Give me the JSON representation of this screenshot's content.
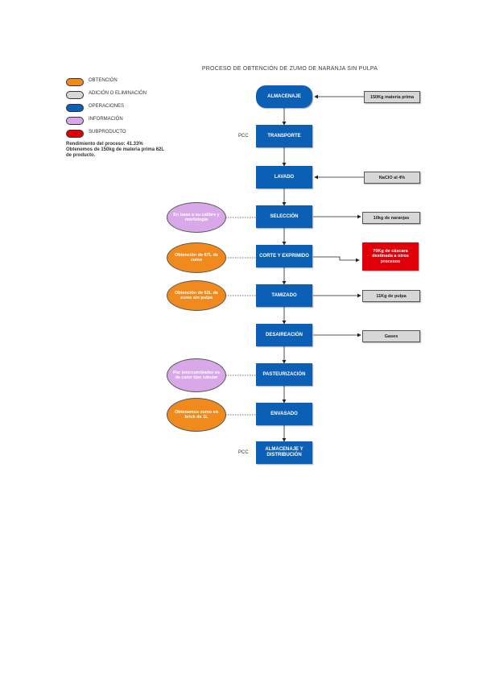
{
  "title": "PROCESO DE OBTENCIÓN DE ZUMO DE NARANJA SIN PULPA",
  "colors": {
    "obtencion": "#f08a1c",
    "adicion": "#d7d7d7",
    "operaciones": "#0b5fb5",
    "informacion": "#d9a8e8",
    "subproducto": "#e0000a"
  },
  "legend": [
    {
      "label": "OBTENCIÓN",
      "color": "#f08a1c"
    },
    {
      "label": "ADICIÓN O ELIMINACIÓN",
      "color": "#d7d7d7"
    },
    {
      "label": "OPERACIONES",
      "color": "#0b5fb5"
    },
    {
      "label": "INFORMACIÓN",
      "color": "#d9a8e8"
    },
    {
      "label": "SUBPRODUCTO",
      "color": "#e0000a"
    }
  ],
  "note": "Rendimiento del proceso: 41.33% Obtenemos de 150kg de materia prima 62L de producto.",
  "operations": [
    {
      "label": "ALMACENAJE"
    },
    {
      "label": "TRANSPORTE"
    },
    {
      "label": "LAVADO"
    },
    {
      "label": "SELECCIÓN"
    },
    {
      "label": "CORTE Y EXPRIMIDO"
    },
    {
      "label": "TAMIZADO"
    },
    {
      "label": "DESAIREACIÓN"
    },
    {
      "label": "PASTEURIZACIÓN"
    },
    {
      "label": "ENVASADO"
    },
    {
      "label": "ALMACENAJE Y DISTRIBUCIÓN"
    }
  ],
  "pcc_labels": [
    "PCC",
    "PCC"
  ],
  "inputs_outputs": [
    {
      "label": "150Kg materia prima"
    },
    {
      "label": "NaClO al 4%"
    },
    {
      "label": "10kg de naranjas"
    },
    {
      "label": "70Kg de cáscara destinada a otros procesos"
    },
    {
      "label": "11Kg de pulpa"
    },
    {
      "label": "Gases"
    }
  ],
  "info_ovals": [
    {
      "label": "En base a su calibre y morfología"
    },
    {
      "label": "Obtención de 67L de zumo"
    },
    {
      "label": "Obtención de 62L de zumo sin pulpa"
    },
    {
      "label": "Por intercambiador es de calor tipo tubular"
    },
    {
      "label": "Obtenemos zumo en brick de 1L"
    }
  ]
}
